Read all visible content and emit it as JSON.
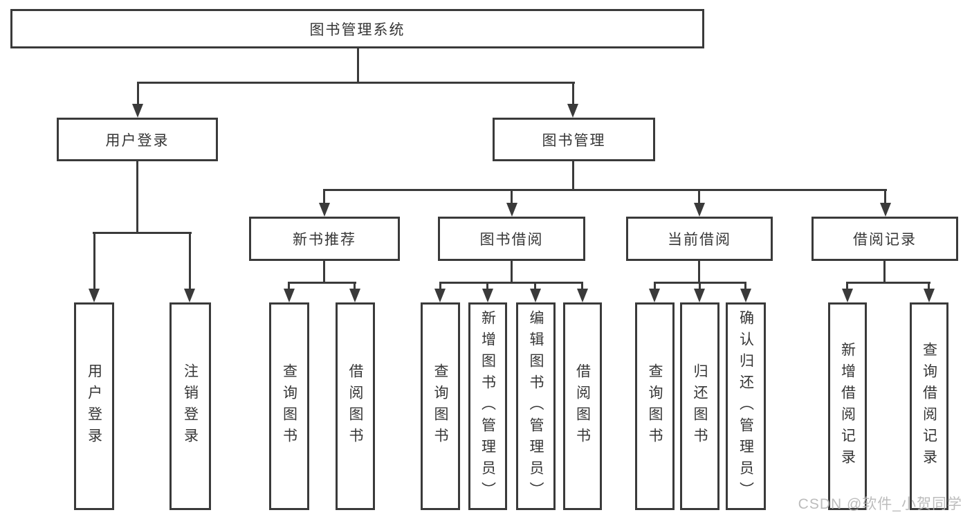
{
  "tree": {
    "label": "图书管理系统",
    "children": [
      {
        "label": "用户登录",
        "children": [
          {
            "label": "用户登录"
          },
          {
            "label": "注销登录"
          }
        ]
      },
      {
        "label": "图书管理",
        "children": [
          {
            "label": "新书推荐",
            "children": [
              {
                "label": "查询图书"
              },
              {
                "label": "借阅图书"
              }
            ]
          },
          {
            "label": "图书借阅",
            "children": [
              {
                "label": "查询图书"
              },
              {
                "label": "新增图书（管理员）"
              },
              {
                "label": "编辑图书（管理员）"
              },
              {
                "label": "借阅图书"
              }
            ]
          },
          {
            "label": "当前借阅",
            "children": [
              {
                "label": "查询图书"
              },
              {
                "label": "归还图书"
              },
              {
                "label": "确认归还（管理员）"
              }
            ]
          },
          {
            "label": "借阅记录",
            "children": [
              {
                "label": "新增借阅记录"
              },
              {
                "label": "查询借阅记录"
              }
            ]
          }
        ]
      }
    ]
  },
  "watermark": {
    "text": "CSDN @软件_小贺同学"
  },
  "colors": {
    "line": "#3a3a3a",
    "text": "#363636",
    "watermark": "#b5b5b5",
    "background": "#ffffff"
  }
}
